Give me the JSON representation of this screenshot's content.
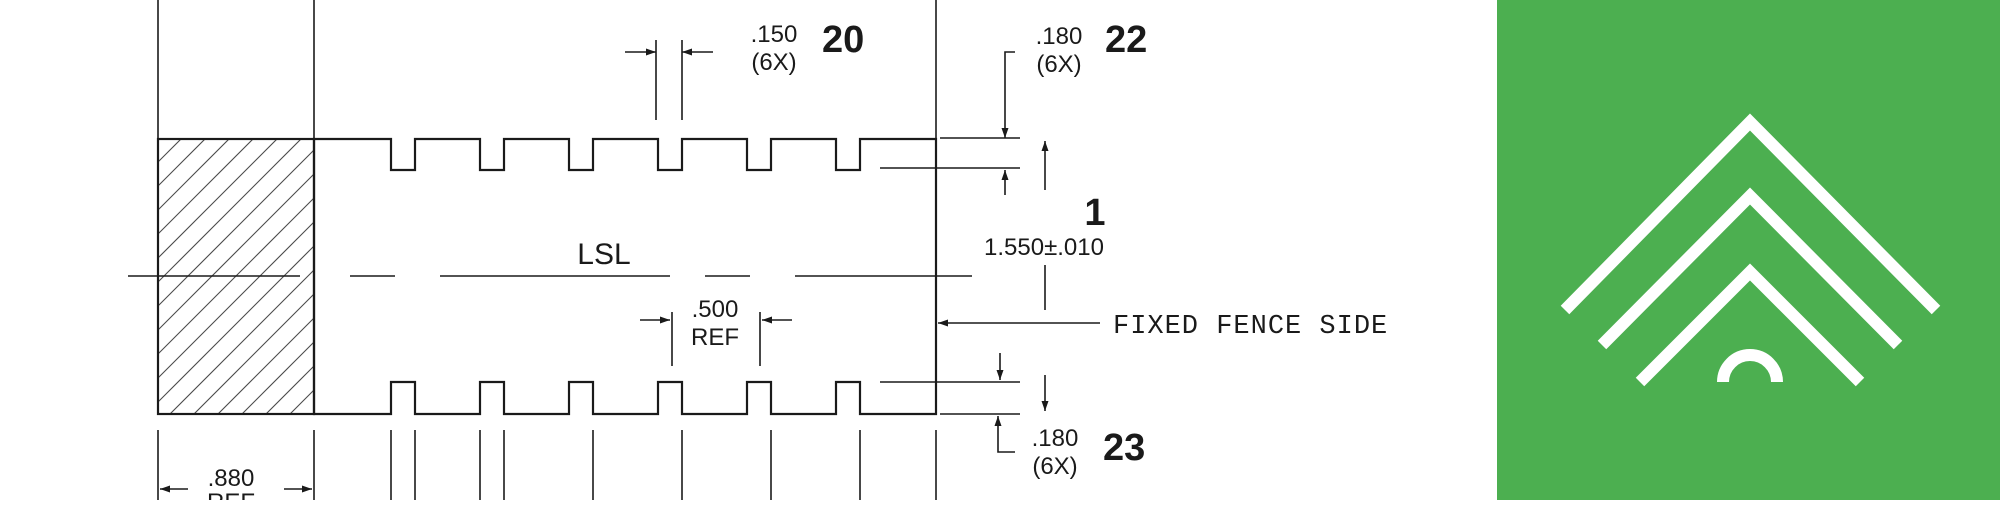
{
  "drawing": {
    "part_label": "LSL",
    "fence_note": "FIXED FENCE SIDE",
    "dims": {
      "width_value": "1.550±.010",
      "width_callout": "1",
      "notch_top_value": ".150",
      "notch_top_qty": "(6X)",
      "notch_top_callout": "20",
      "depth_top_value": ".180",
      "depth_top_qty": "(6X)",
      "depth_top_callout": "22",
      "depth_bottom_value": ".180",
      "depth_bottom_qty": "(6X)",
      "depth_bottom_callout": "23",
      "pitch_value": ".500",
      "pitch_note": "REF",
      "end_value": ".880",
      "end_note": "REF"
    }
  },
  "logo": {
    "background_color": "#4caf50",
    "mark_color": "#ffffff",
    "icon": "roof-arch-logo-icon"
  }
}
